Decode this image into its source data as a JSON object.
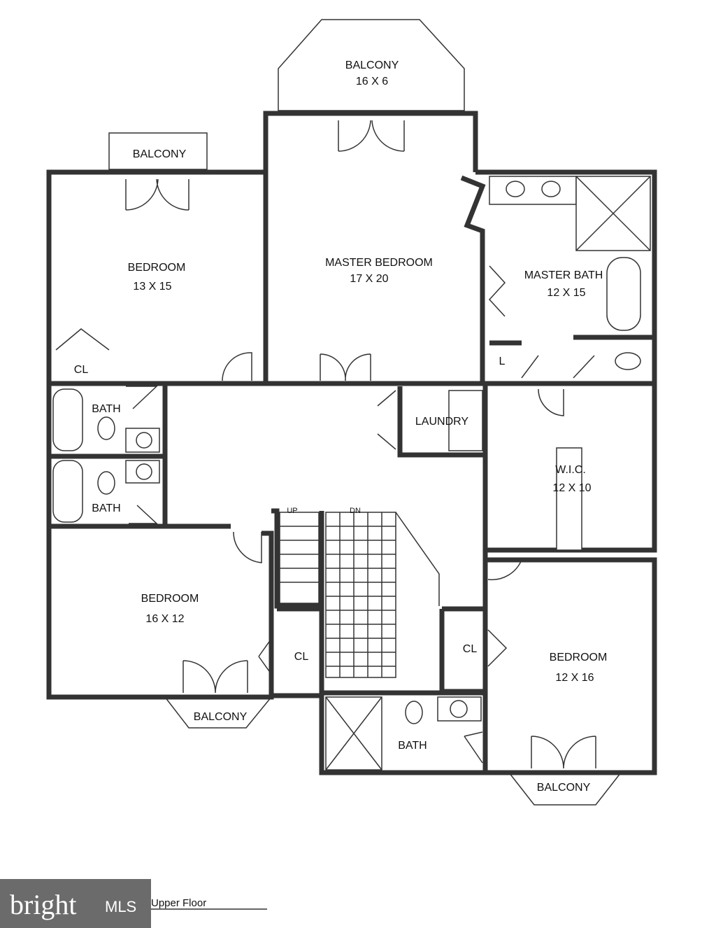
{
  "rooms": {
    "balcony_top": {
      "name": "BALCONY",
      "size": "16 X 6"
    },
    "balcony_left": {
      "name": "BALCONY"
    },
    "bedroom_nw": {
      "name": "BEDROOM",
      "size": "13 X 15"
    },
    "master_bedroom": {
      "name": "MASTER BEDROOM",
      "size": "17 X 20"
    },
    "master_bath": {
      "name": "MASTER BATH",
      "size": "12 X 15"
    },
    "closet_nw": {
      "name": "CL"
    },
    "linen": {
      "name": "L"
    },
    "bath_upper": {
      "name": "BATH"
    },
    "bath_lower": {
      "name": "BATH"
    },
    "laundry": {
      "name": "LAUNDRY"
    },
    "wic": {
      "name": "W.I.C.",
      "size": "12 X 10"
    },
    "stair_up": {
      "name": "UP"
    },
    "stair_down": {
      "name": "DN"
    },
    "bedroom_sw": {
      "name": "BEDROOM",
      "size": "16 X 12"
    },
    "closet_sw": {
      "name": "CL"
    },
    "closet_se": {
      "name": "CL"
    },
    "bedroom_se": {
      "name": "BEDROOM",
      "size": "12 X 16"
    },
    "balcony_sw": {
      "name": "BALCONY"
    },
    "bath_south": {
      "name": "BATH"
    },
    "balcony_se": {
      "name": "BALCONY"
    }
  },
  "caption": "Upper Floor",
  "logo": {
    "brand": "bright",
    "suffix": "MLS"
  }
}
